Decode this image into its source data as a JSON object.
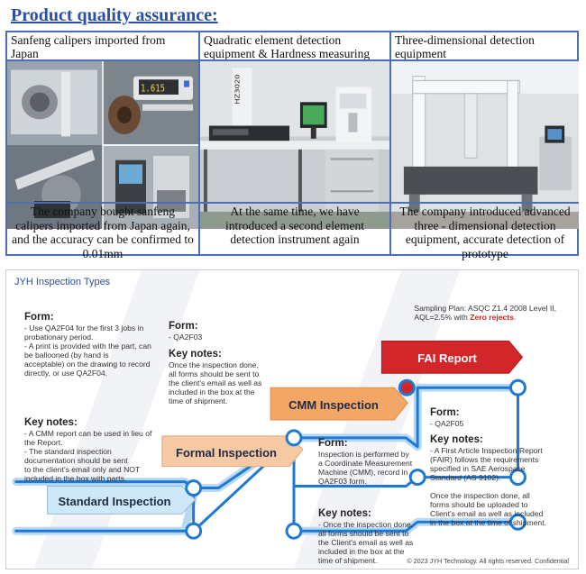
{
  "page_title": "Product quality assurance:",
  "columns": [
    {
      "heading": "Sanfeng calipers imported from Japan",
      "photo": "calipers-photo",
      "description": "The company bought sanfeng calipers imported from Japan again, and the accuracy can be confirmed to 0.01mm",
      "caliper_reading": "1.615"
    },
    {
      "heading": "Quadratic element detection equipment & Hardness measuring instrument",
      "photo": "detection-equipment-photo",
      "description": "At the same time, we have introduced a second element detection instrument again",
      "machine_label": "HZ3020"
    },
    {
      "heading": "Three-dimensional detection equipment",
      "photo": "cmm-photo",
      "description": "The company introduced advanced three - dimensional detection equipment, accurate detection of prototype"
    }
  ],
  "inspection": {
    "title": "JYH Inspection Types",
    "sampling_prefix": "Sampling Plan: ASQC Z1.4 2008 Level II,",
    "sampling_aql": "AQL=2.5% with ",
    "sampling_zero": "Zero rejects",
    "sampling_end": ".",
    "stages": {
      "standard": "Standard Inspection",
      "formal": "Formal Inspection",
      "cmm": "CMM Inspection",
      "fai": "FAI Report"
    },
    "blocks": {
      "form1_head": "Form:",
      "form1_lines": [
        "- Use QA2F04 for the first 3 jobs in",
        "probationary period.",
        "- A print is provided with the part, can",
        "be ballooned (by hand is",
        "acceptable) on the drawing to record",
        "directly, or use QA2F04."
      ],
      "key1_head": "Key notes:",
      "key1_lines": [
        "- A CMM report can be used in lieu of",
        "the Report.",
        "- The standard inspection",
        "documentation should be sent",
        "to the client's email only and NOT",
        "included in the box with parts."
      ],
      "form2_head": "Form:",
      "form2_lines": [
        "- QA2F03"
      ],
      "key2_head": "Key notes:",
      "key2_lines": [
        "Once the inspection done,",
        "all forms should be sent to",
        "the client's email as well as",
        "included in the box at the",
        "time of shipment."
      ],
      "form3_head": "Form:",
      "form3_lines": [
        "Inspection is performed by",
        "a Coordinate Measurement",
        " Machine (CMM), record in",
        "QA2F03 form."
      ],
      "key3_head": "Key notes:",
      "key3_lines": [
        "- Once the inspection done,",
        "all forms should be sent to",
        "the Client's email as well as",
        "included in the box at the",
        "time of shipment."
      ],
      "form4_head": "Form:",
      "form4_lines": [
        "- QA2F05"
      ],
      "key4_head": "Key notes:",
      "key4_lines": [
        "- A First Article Inspection Report",
        "(FAIR) follows the requirements",
        "specified in SAE Aerospace",
        "Standard (AS 9102).",
        "",
        "Once the inspection done, all",
        "forms should be uploaded to",
        "Client's email  as well as included",
        "in the box at the time of shipment."
      ]
    },
    "copyright": "© 2023 JYH Technology. All rights reserved. Confidential"
  },
  "colors": {
    "title_blue": "#2b4fa8",
    "border_blue": "#4a6fb5",
    "path_blue": "#1e78d4",
    "fai_red": "#d2262b",
    "cmm_orange": "#f3a766",
    "formal_peach": "#f6c9a5",
    "standard_blue": "#cfe8f8"
  }
}
